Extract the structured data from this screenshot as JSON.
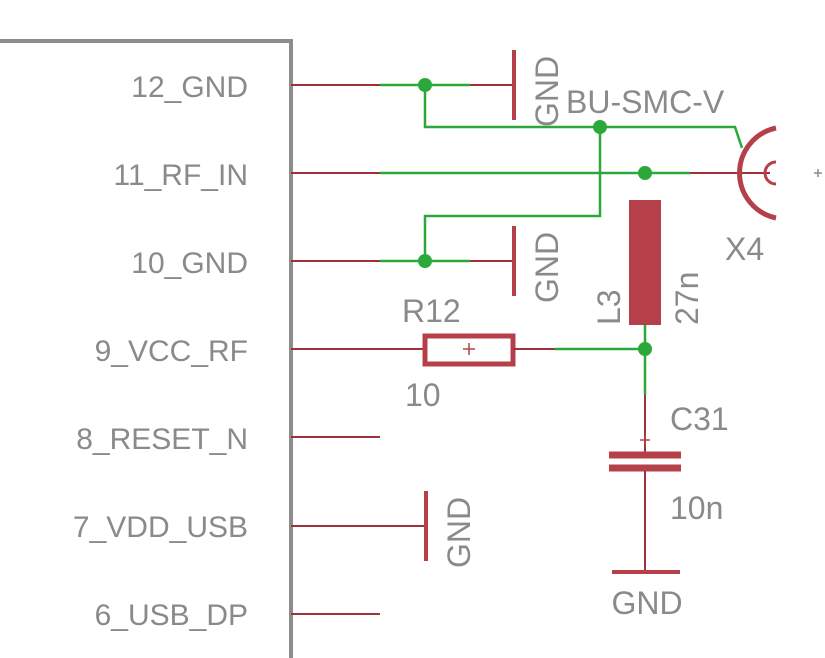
{
  "pins": [
    {
      "label": "12_GND"
    },
    {
      "label": "11_RF_IN"
    },
    {
      "label": "10_GND"
    },
    {
      "label": "9_VCC_RF"
    },
    {
      "label": "8_RESET_N"
    },
    {
      "label": "7_VDD_USB"
    },
    {
      "label": "6_USB_DP"
    }
  ],
  "gnd_label": "GND",
  "connector": {
    "name": "X4",
    "value": "BU-SMC-V"
  },
  "inductor": {
    "name": "L3",
    "value": "27n"
  },
  "resistor": {
    "name": "R12",
    "value": "10"
  },
  "capacitor": {
    "name": "C31",
    "value": "10n"
  },
  "colors": {
    "pin": "#a0303a",
    "wire": "#2aa83a",
    "text": "#8a8a8a",
    "frame": "#8c8c8c"
  }
}
